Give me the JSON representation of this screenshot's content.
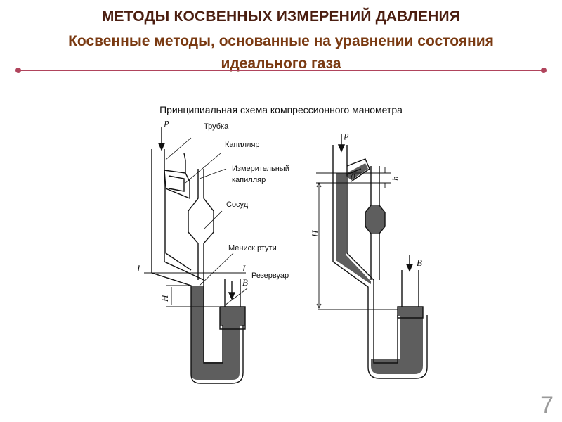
{
  "slide": {
    "title": "МЕТОДЫ КОСВЕННЫХ ИЗМЕРЕНИЙ ДАВЛЕНИЯ",
    "subtitle_line1": "Косвенные методы, основанные на уравнении состояния",
    "subtitle_line2": "идеального газа",
    "caption": "Принципиальная схема компрессионного манометра",
    "page_number": "7",
    "colors": {
      "title": "#4b1e10",
      "subtitle": "#7a3a12",
      "divider": "#b0445c",
      "mercury": "#5e5e5e"
    }
  },
  "labels": {
    "tube": "Трубка",
    "capillary": "Капилляр",
    "meas_capillary_1": "Измерительный",
    "meas_capillary_2": "капилляр",
    "vessel": "Сосуд",
    "meniscus": "Мениск ртути",
    "reservoir": "Резервуар"
  },
  "symbols": {
    "p_left": "p",
    "p_right": "p",
    "i_left": "I",
    "i_right": "I",
    "b_left": "B",
    "b_right": "B",
    "h_left": "H",
    "h_right": "H",
    "h_small": "h",
    "zero": "0"
  }
}
